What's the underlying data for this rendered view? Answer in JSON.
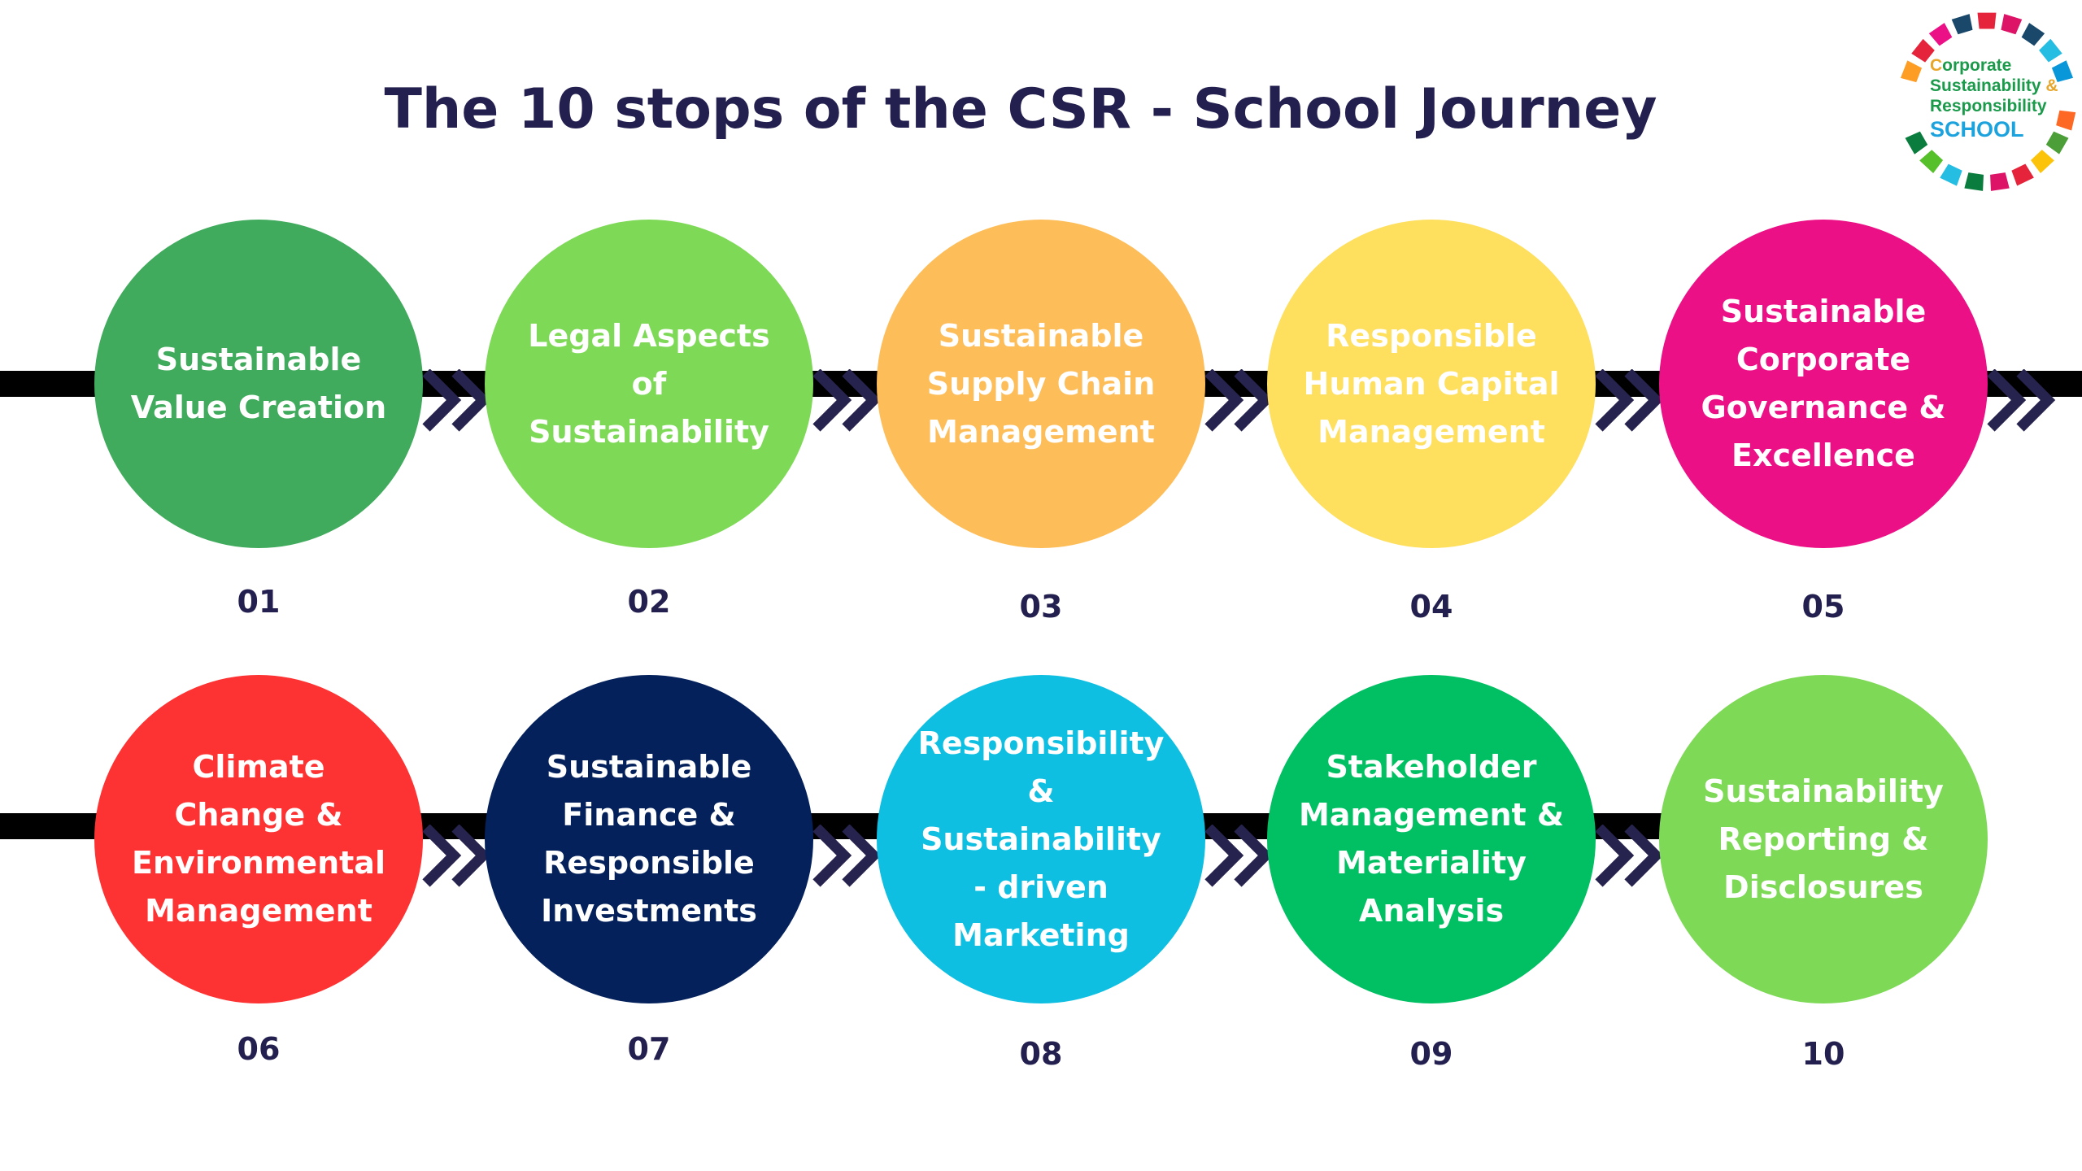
{
  "title": "The 10 stops of the CSR - School Journey",
  "logo": {
    "line1": "Corporate",
    "line2": "Sustainability",
    "line2_amp": "&",
    "line3": "Responsibility",
    "line4": "SCHOOL"
  },
  "arrow_color": "#27234f",
  "stops": [
    {
      "number": "01",
      "label": "Sustainable\nValue Creation",
      "color": "#41ab5d"
    },
    {
      "number": "02",
      "label": "Legal Aspects\nof\nSustainability",
      "color": "#7ed957"
    },
    {
      "number": "03",
      "label": "Sustainable\nSupply Chain\nManagement",
      "color": "#fdbd59"
    },
    {
      "number": "04",
      "label": "Responsible\nHuman Capital\nManagement",
      "color": "#fedf5e"
    },
    {
      "number": "05",
      "label": "Sustainable\nCorporate\nGovernance &\nExcellence",
      "color": "#ec1086"
    },
    {
      "number": "06",
      "label": "Climate\nChange &\nEnvironmental\nManagement",
      "color": "#fd3333"
    },
    {
      "number": "07",
      "label": "Sustainable\nFinance &\nResponsible\nInvestments",
      "color": "#04215b"
    },
    {
      "number": "08",
      "label": "Responsibility\n& Sustainability\n- driven\nMarketing",
      "color": "#0ebfe1"
    },
    {
      "number": "09",
      "label": "Stakeholder\nManagement &\nMateriality\nAnalysis",
      "color": "#01bf63"
    },
    {
      "number": "10",
      "label": "Sustainability\nReporting &\nDisclosures",
      "color": "#7ed957"
    }
  ]
}
